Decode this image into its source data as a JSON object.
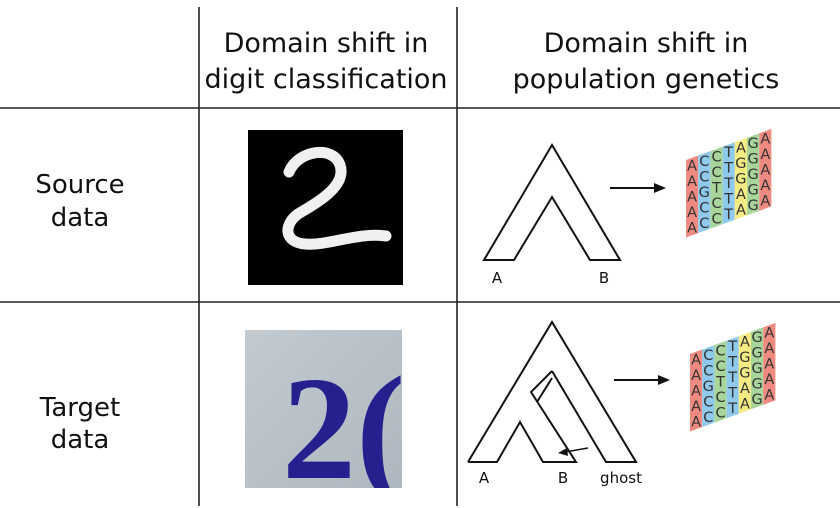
{
  "header": {
    "col1": [
      "Domain shift in",
      "digit classification"
    ],
    "col2": [
      "Domain shift in",
      "population genetics"
    ]
  },
  "rows": {
    "source": [
      "Source",
      "data"
    ],
    "target": [
      "Target",
      "data"
    ]
  },
  "images": {
    "mnist_digit": "2",
    "svhn_digits": "2("
  },
  "tree_labels": {
    "source": {
      "a": "A",
      "b": "B"
    },
    "target": {
      "a": "A",
      "b": "B",
      "ghost": "ghost"
    }
  },
  "alignment": {
    "rows": [
      "ACCTAGA",
      "ACCTGGA",
      "AGTTGGA",
      "ACCTAGA",
      "ACCTAGA"
    ],
    "column_colors": [
      "#ee8a80",
      "#8fc9ec",
      "#a8d59a",
      "#8fc9ec",
      "#f4ec82",
      "#a8d59a",
      "#ee8a80"
    ]
  },
  "colors": {
    "grid_line": "#222222",
    "mnist_bg": "#000000",
    "mnist_stroke": "#f2f2f2",
    "svhn_bg": "#b7bfc6",
    "svhn_digit": "#25208e"
  }
}
